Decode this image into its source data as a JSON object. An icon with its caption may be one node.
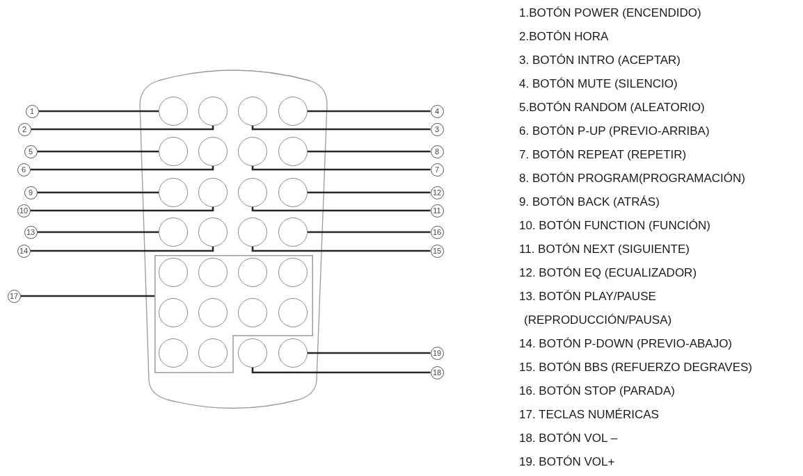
{
  "diagram": {
    "nodes": [
      {
        "text": [
          "1"
        ]
      },
      {
        "text": [
          "2"
        ]
      },
      {
        "text": [
          "3"
        ]
      },
      {
        "text": [
          "4"
        ]
      },
      {
        "text": [
          "5"
        ]
      },
      {
        "text": [
          "6"
        ]
      },
      {
        "text": [
          "7"
        ]
      },
      {
        "text": [
          "8"
        ]
      },
      {
        "text": [
          "9"
        ]
      },
      {
        "text": [
          "10"
        ]
      },
      {
        "text": [
          "11"
        ]
      },
      {
        "text": [
          "12"
        ]
      },
      {
        "text": [
          "13"
        ]
      },
      {
        "text": [
          "14"
        ]
      },
      {
        "text": [
          "15"
        ]
      },
      {
        "text": [
          "16"
        ]
      },
      {
        "text": [
          "17"
        ]
      },
      {
        "text": [
          "18"
        ]
      },
      {
        "text": [
          "19"
        ]
      },
      {
        "text": [],
        "shape": "circle"
      },
      {
        "text": [],
        "shape": "circle"
      },
      {
        "text": [],
        "shape": "circle"
      },
      {
        "text": [],
        "shape": "circle"
      },
      {
        "text": [],
        "shape": "circle"
      },
      {
        "text": [],
        "shape": "circle"
      },
      {
        "text": [],
        "shape": "circle"
      },
      {
        "text": [],
        "shape": "circle"
      },
      {
        "text": [],
        "shape": "circle"
      },
      {
        "text": [],
        "shape": "circle"
      },
      {
        "text": [],
        "shape": "circle"
      },
      {
        "text": [],
        "shape": "circle"
      },
      {
        "text": [],
        "shape": "circle"
      },
      {
        "text": [],
        "shape": "circle"
      },
      {
        "text": [],
        "shape": "circle"
      },
      {
        "text": [],
        "shape": "circle"
      },
      {
        "text": [],
        "shape": "box"
      },
      {
        "text": [],
        "shape": "circle"
      },
      {
        "text": [],
        "shape": "circle"
      }
    ],
    "edges": [
      {
        "from": 0,
        "to": 19,
        "arrow": "none"
      },
      {
        "from": 1,
        "to": 20,
        "arrow": "none"
      },
      {
        "from": 2,
        "to": 21,
        "arrow": "none"
      },
      {
        "from": 3,
        "to": 22,
        "arrow": "none"
      },
      {
        "from": 4,
        "to": 23,
        "arrow": "none"
      },
      {
        "from": 5,
        "to": 24,
        "arrow": "none"
      },
      {
        "from": 6,
        "to": 25,
        "arrow": "none"
      },
      {
        "from": 7,
        "to": 26,
        "arrow": "none"
      },
      {
        "from": 8,
        "to": 27,
        "arrow": "none"
      },
      {
        "from": 9,
        "to": 28,
        "arrow": "none"
      },
      {
        "from": 10,
        "to": 29,
        "arrow": "none"
      },
      {
        "from": 11,
        "to": 30,
        "arrow": "none"
      },
      {
        "from": 12,
        "to": 31,
        "arrow": "none"
      },
      {
        "from": 13,
        "to": 32,
        "arrow": "none"
      },
      {
        "from": 14,
        "to": 33,
        "arrow": "none"
      },
      {
        "from": 15,
        "to": 34,
        "arrow": "none"
      },
      {
        "from": 16,
        "to": 35,
        "arrow": "none"
      },
      {
        "from": 17,
        "to": 36,
        "arrow": "none"
      },
      {
        "from": 18,
        "to": 37,
        "arrow": "none"
      }
    ],
    "labels": [
      "1.BOTÓN POWER (ENCENDIDO)",
      "2.BOTÓN HORA",
      "3. BOTÓN INTRO (ACEPTAR)",
      "4. BOTÓN MUTE (SILENCIO)",
      "5.BOTÓN RANDOM (ALEATORIO)",
      "6. BOTÓN P-UP (PREVIO-ARRIBA)",
      "7. BOTÓN REPEAT (REPETIR)",
      "8. BOTÓN PROGRAM(PROGRAMACIÓN)",
      "9. BOTÓN BACK (ATRÁS)",
      "10. BOTÓN FUNCTION (FUNCIÓN)",
      "11. BOTÓN NEXT (SIGUIENTE)",
      "12. BOTÓN EQ (ECUALIZADOR)",
      "13. BOTÓN PLAY/PAUSE (REPRODUCCIÓN/PAUSA)",
      "14. BOTÓN P-DOWN (PREVIO-ABAJO)",
      "15. BOTÓN BBS (REFUERZO DEGRAVES)",
      "16. BOTÓN STOP (PARADA)",
      "17. TECLAS NUMÉRICAS",
      "18. BOTÓN VOL –",
      "19. BOTÓN VOL+"
    ]
  }
}
